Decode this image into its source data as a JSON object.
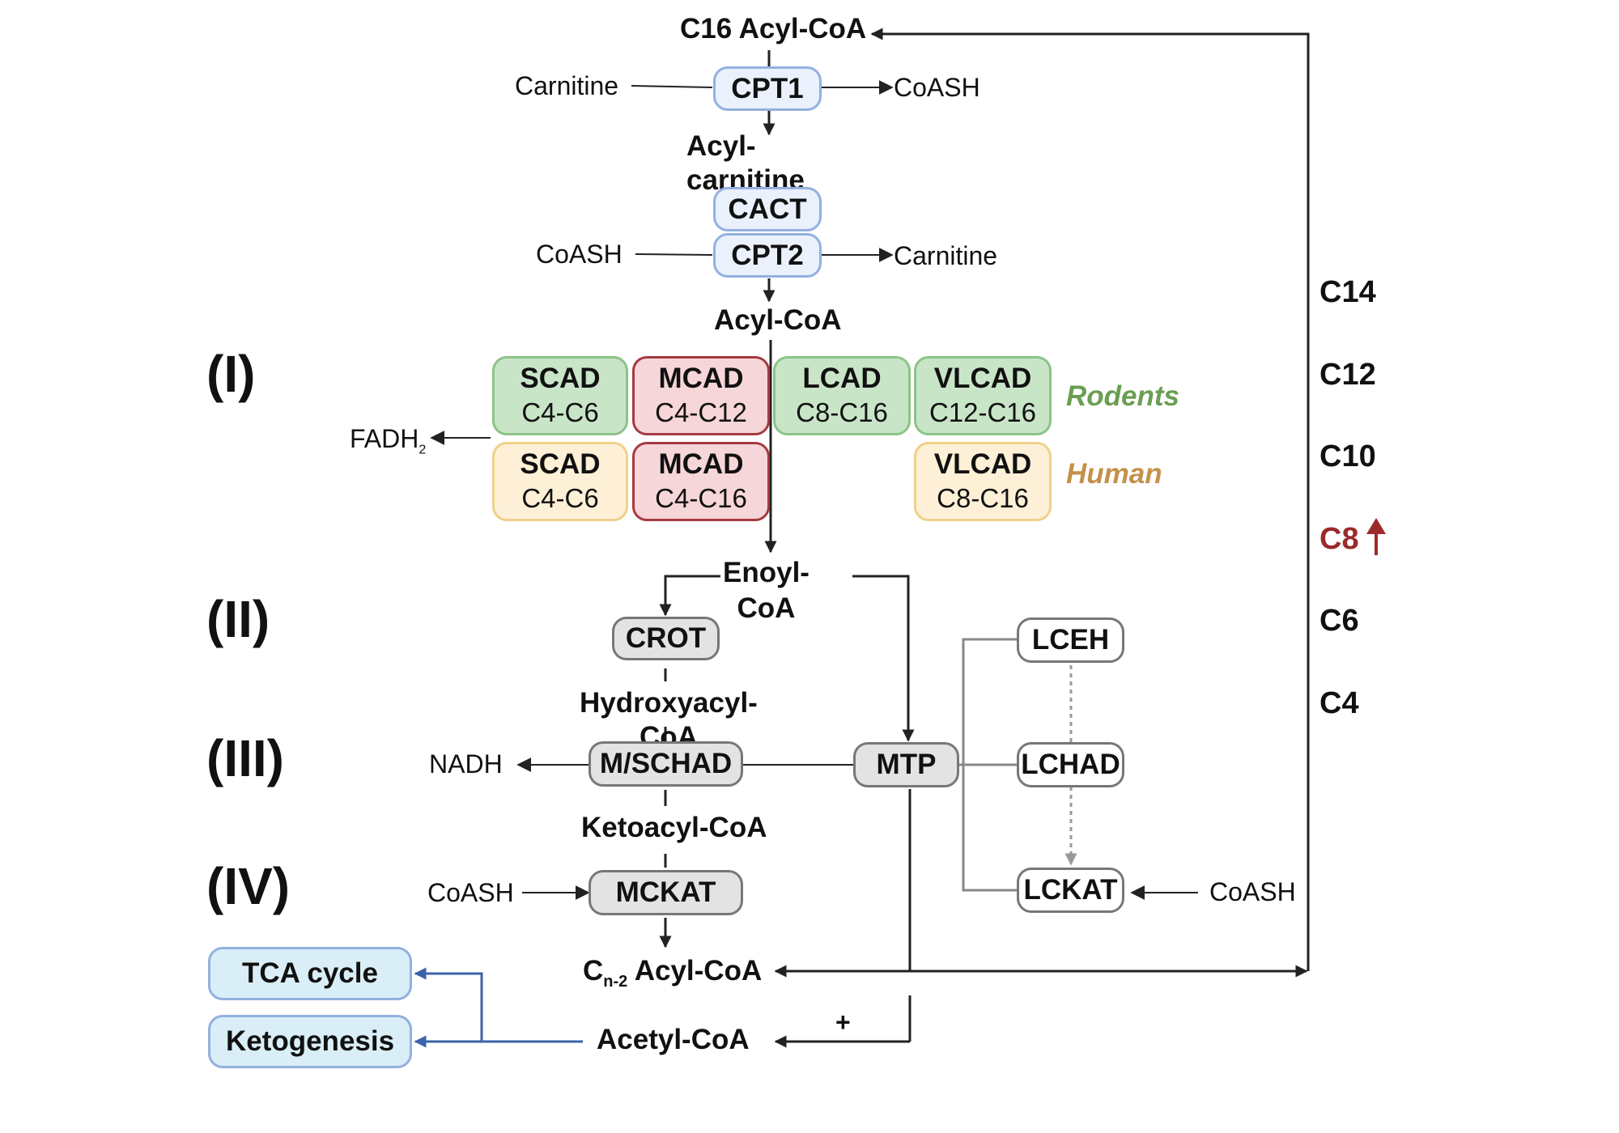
{
  "colors": {
    "rodents": "#6a9e52",
    "human": "#c4914a",
    "c8_highlight": "#9c2a2a",
    "flux_arrow": "#3b63a8"
  },
  "metabolites": {
    "c16_acyl_coa": "C16 Acyl-CoA",
    "acyl_carnitine": "Acyl-\ncarnitine",
    "acyl_coa": "Acyl-CoA",
    "enoyl_coa": "Enoyl-\nCoA",
    "hydroxyacyl_coa": "Hydroxyacyl-\nCoA",
    "ketoacyl_coa": "Ketoacyl-CoA",
    "cn2_prefix": "C",
    "cn2_sub": "n-2",
    "cn2_suffix": " Acyl-CoA",
    "acetyl_coa": "Acetyl-CoA"
  },
  "cofactors": {
    "carnitine_in": "Carnitine",
    "coash_out": "CoASH",
    "coash_in": "CoASH",
    "carnitine_out": "Carnitine",
    "fadh2": "FADH",
    "fadh2_sub": "2",
    "nadh": "NADH",
    "coash_mckat": "CoASH",
    "coash_lckat": "CoASH",
    "plus": "+"
  },
  "transport_enzymes": {
    "cpt1": "CPT1",
    "cact": "CACT",
    "cpt2": "CPT2"
  },
  "dehydrogenases": {
    "rodent": [
      {
        "name": "SCAD",
        "range": "C4-C6"
      },
      {
        "name": "MCAD",
        "range": "C4-C12"
      },
      {
        "name": "LCAD",
        "range": "C8-C16"
      },
      {
        "name": "VLCAD",
        "range": "C12-C16"
      }
    ],
    "human": [
      {
        "name": "SCAD",
        "range": "C4-C6"
      },
      {
        "name": "MCAD",
        "range": "C4-C16"
      },
      {
        "name": "VLCAD",
        "range": "C8-C16"
      }
    ],
    "rodents_label": "Rodents",
    "human_label": "Human"
  },
  "steps": {
    "step1": "(I)",
    "step2": "(II)",
    "step3": "(III)",
    "step4": "(IV)"
  },
  "short_chain_enzymes": {
    "crot": "CROT",
    "mschad": "M/SCHAD",
    "mckat": "MCKAT"
  },
  "mtp": {
    "mtp": "MTP",
    "lceh": "LCEH",
    "lchad": "LCHAD",
    "lckat": "LCKAT"
  },
  "outputs": {
    "tca": "TCA cycle",
    "ketogenesis": "Ketogenesis"
  },
  "chain_lengths": {
    "c14": "C14",
    "c12": "C12",
    "c10": "C10",
    "c8": "C8",
    "c6": "C6",
    "c4": "C4"
  }
}
